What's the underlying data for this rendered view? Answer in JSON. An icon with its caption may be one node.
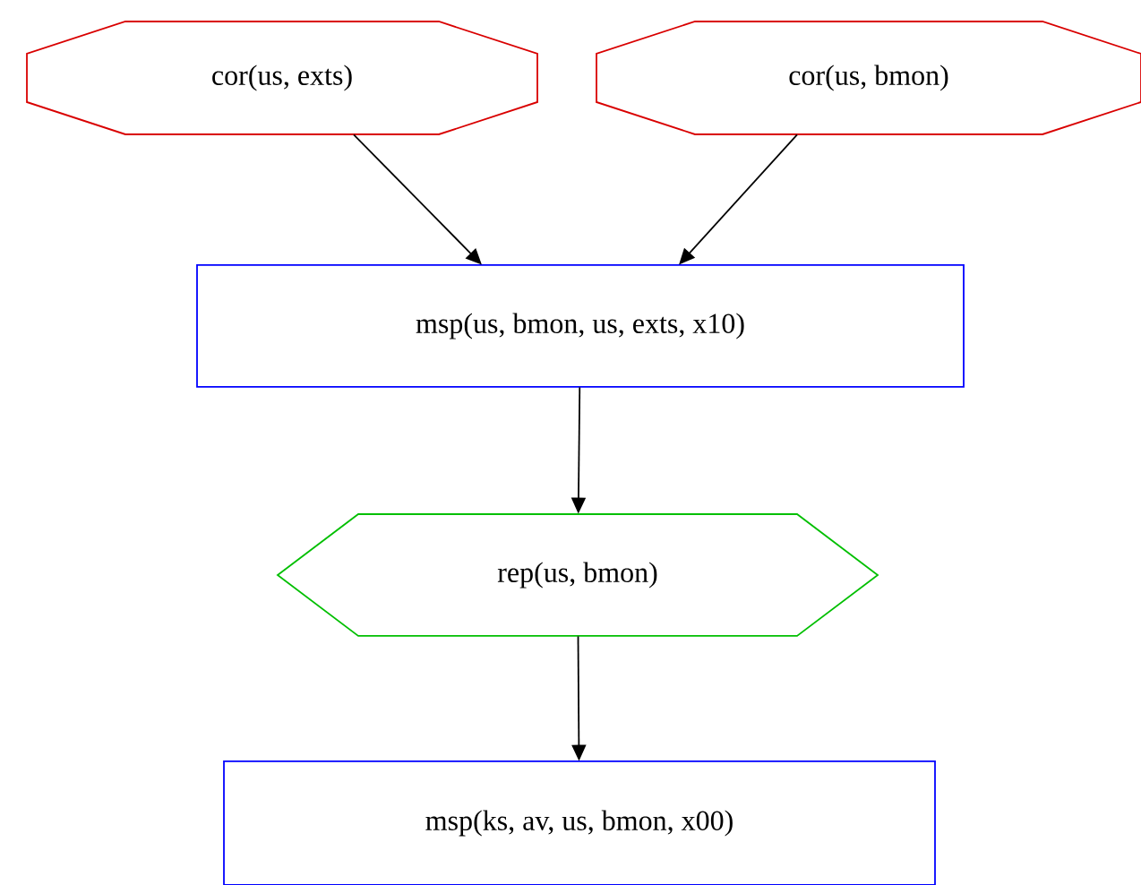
{
  "diagram": {
    "nodes": [
      {
        "text": [
          "cor(us, exts)"
        ]
      },
      {
        "text": [
          "cor(us, bmon)"
        ]
      },
      {
        "text": [
          "msp(us, bmon, us, exts, x10)"
        ]
      },
      {
        "text": [
          "rep(us, bmon)"
        ]
      },
      {
        "text": [
          "msp(ks, av, us, bmon, x00)"
        ]
      }
    ],
    "edges": [
      {
        "from": 0,
        "to": 2,
        "arrow": "to"
      },
      {
        "from": 1,
        "to": 2,
        "arrow": "to"
      },
      {
        "from": 2,
        "to": 3,
        "arrow": "to"
      },
      {
        "from": 3,
        "to": 4,
        "arrow": "to"
      }
    ]
  }
}
